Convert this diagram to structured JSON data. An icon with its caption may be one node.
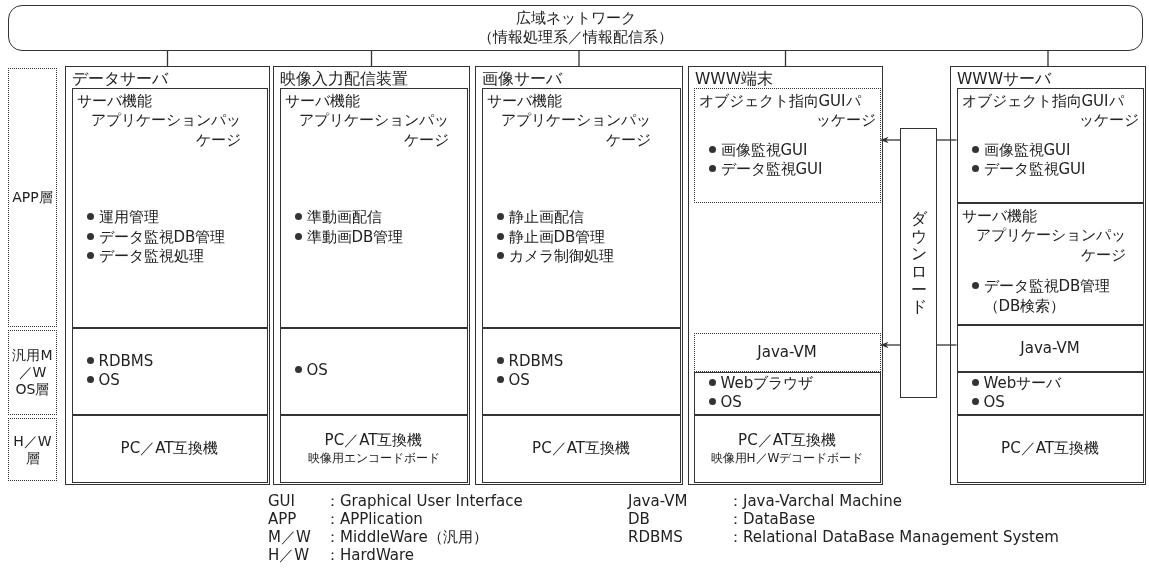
{
  "diagram": {
    "nodes": [
      {
        "text": [
          "広域ネットワーク",
          "（情報処理系／情報配信系）"
        ]
      },
      {
        "text": [
          "APP層"
        ]
      },
      {
        "text": [
          "汎用M／W OS層"
        ]
      },
      {
        "text": [
          "H／W層"
        ]
      },
      {
        "text": [
          "データサーバ"
        ]
      },
      {
        "text": [
          "サーバ機能",
          "アプリケーションパッケージ",
          "運用管理",
          "データ監視DB管理",
          "データ監視処理"
        ],
        "in": 4
      },
      {
        "text": [
          "RDBMS",
          "OS"
        ],
        "in": 4
      },
      {
        "text": [
          "PC／AT互換機"
        ],
        "in": 4
      },
      {
        "text": [
          "映像入力配信装置"
        ]
      },
      {
        "text": [
          "サーバ機能",
          "アプリケーションパッケージ",
          "準動画配信",
          "準動画DB管理"
        ],
        "in": 8
      },
      {
        "text": [
          "OS"
        ],
        "in": 8
      },
      {
        "text": [
          "PC／AT互換機",
          "映像用エンコードボード"
        ],
        "in": 8
      },
      {
        "text": [
          "画像サーバ"
        ]
      },
      {
        "text": [
          "サーバ機能",
          "アプリケーションパッケージ",
          "静止画配信",
          "静止画DB管理",
          "カメラ制御処理"
        ],
        "in": 12
      },
      {
        "text": [
          "RDBMS",
          "OS"
        ],
        "in": 12
      },
      {
        "text": [
          "PC／AT互換機"
        ],
        "in": 12
      },
      {
        "text": [
          "WWW端末"
        ]
      },
      {
        "text": [
          "オブジェクト指向GUIパッケージ",
          "画像監視GUI",
          "データ監視GUI"
        ],
        "in": 16
      },
      {
        "text": [
          "Java-VM"
        ],
        "in": 16
      },
      {
        "text": [
          "Webブラウザ",
          "OS"
        ],
        "in": 16
      },
      {
        "text": [
          "PC／AT互換機",
          "映像用H／Wデコードボード"
        ],
        "in": 16
      },
      {
        "text": [
          "ダウンロード"
        ]
      },
      {
        "text": [
          "WWWサーバ"
        ]
      },
      {
        "text": [
          "オブジェクト指向GUIパッケージ",
          "画像監視GUI",
          "データ監視GUI"
        ],
        "in": 22
      },
      {
        "text": [
          "サーバ機能",
          "アプリケーションパッケージ",
          "データ監視DB管理（DB検索）"
        ],
        "in": 22
      },
      {
        "text": [
          "Java-VM"
        ],
        "in": 22
      },
      {
        "text": [
          "Webサーバ",
          "OS"
        ],
        "in": 22
      },
      {
        "text": [
          "PC／AT互換機"
        ],
        "in": 22
      }
    ],
    "edges": [
      {
        "from": 0,
        "to": 4,
        "arrow": "none"
      },
      {
        "from": 0,
        "to": 8,
        "arrow": "none"
      },
      {
        "from": 0,
        "to": 12,
        "arrow": "none"
      },
      {
        "from": 0,
        "to": 16,
        "arrow": "none"
      },
      {
        "from": 0,
        "to": 22,
        "arrow": "none"
      },
      {
        "from": 23,
        "to": 21,
        "arrow": "none"
      },
      {
        "from": 21,
        "to": 17,
        "arrow": "to"
      },
      {
        "from": 25,
        "to": 21,
        "arrow": "none"
      },
      {
        "from": 21,
        "to": 18,
        "arrow": "to"
      }
    ],
    "labels": [
      "GUI",
      "：Graphical User Interface",
      "Java-VM",
      "：Java-Varchal Machine",
      "APP",
      "：APPlication",
      "DB",
      "：DataBase",
      "M／W",
      "：MiddleWare（汎用）",
      "RDBMS",
      "：Relational DataBase Management System",
      "H／W",
      "：HardWare"
    ]
  }
}
